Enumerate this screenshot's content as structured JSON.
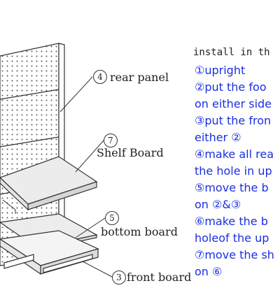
{
  "diagram": {
    "parts": [
      {
        "number": "4",
        "name": "rear panel"
      },
      {
        "number": "7",
        "name": "Shelf Board"
      },
      {
        "number": "5",
        "name": "bottom board"
      },
      {
        "number": "3",
        "name": "front board"
      }
    ]
  },
  "instructions": {
    "title": "install in th",
    "lines": [
      "①upright",
      "②put the foo",
      "on either side",
      "③put the fron",
      "either ②",
      "④make all rea",
      "the hole in up",
      "⑤move the b",
      "on ②&③",
      "⑥make the b",
      "holeof the up",
      "⑦move the sh",
      "on ⑥"
    ]
  },
  "colors": {
    "instruction_text": "#1a2fe0",
    "line_art": "#333333"
  }
}
